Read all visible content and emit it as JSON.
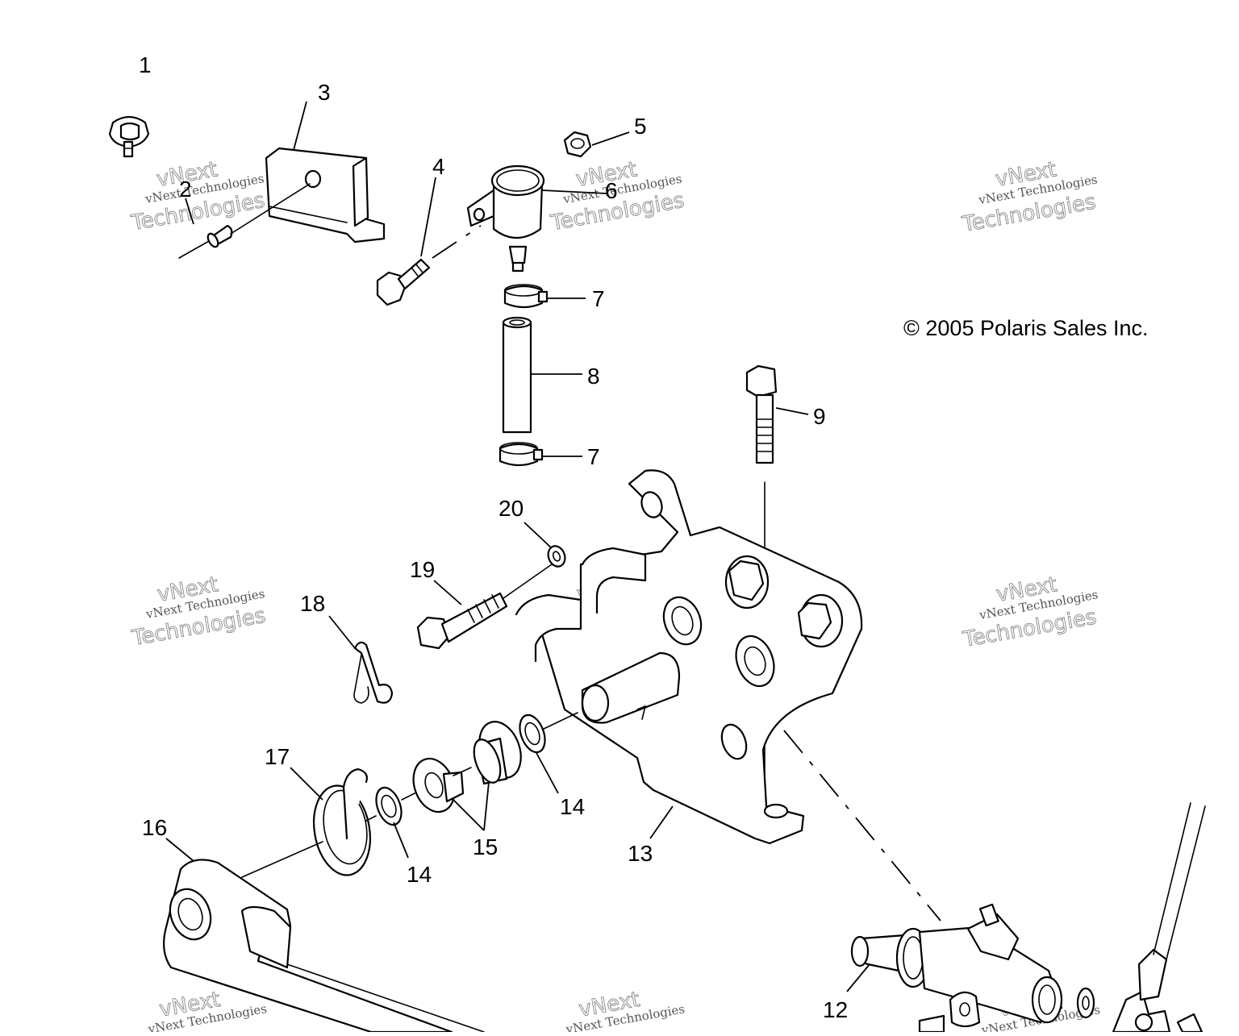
{
  "copyright": "© 2005 Polaris Sales Inc.",
  "watermark": {
    "line1": "vNext Technologies",
    "line2": "Technologies",
    "logo": "vNext"
  },
  "callouts": {
    "c1": "1",
    "c2": "2",
    "c3": "3",
    "c4": "4",
    "c5": "5",
    "c6": "6",
    "c7a": "7",
    "c7b": "7",
    "c8": "8",
    "c9": "9",
    "c12": "12",
    "c13": "13",
    "c14a": "14",
    "c14b": "14",
    "c15": "15",
    "c16": "16",
    "c17": "17",
    "c18": "18",
    "c19": "19",
    "c20": "20"
  }
}
